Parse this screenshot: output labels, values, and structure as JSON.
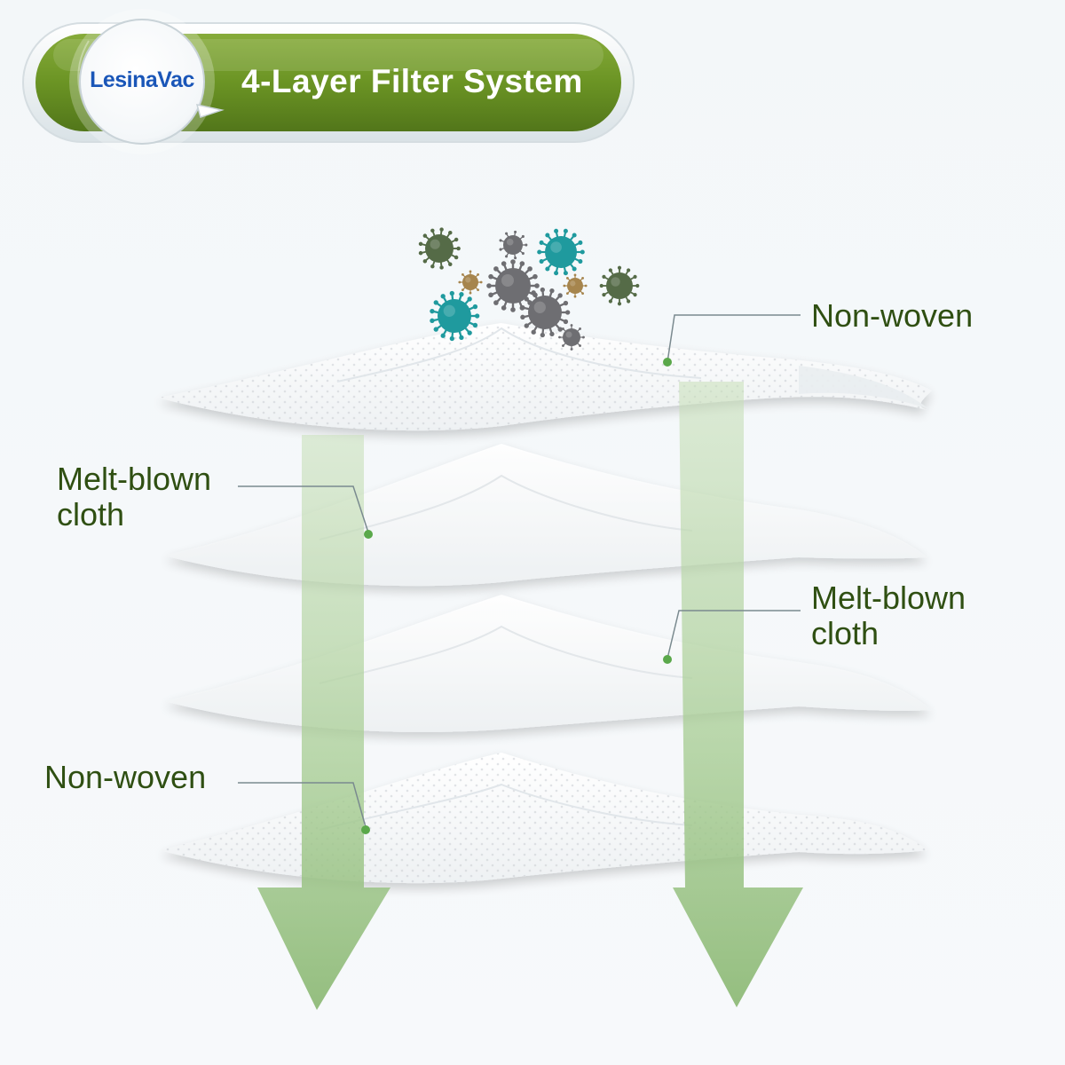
{
  "header": {
    "brand": "LesinaVac",
    "title": "4-Layer Filter System"
  },
  "labels": {
    "layer1": "Non-woven",
    "layer2_line1": "Melt-blown",
    "layer2_line2": "cloth",
    "layer3_line1": "Melt-blown",
    "layer3_line2": "cloth",
    "layer4": "Non-woven"
  },
  "colors": {
    "banner_green": "#6b9424",
    "label_green": "#2f4f12",
    "brand_blue": "#1a56b8",
    "arrow_green": "#8fbd78",
    "virus_teal": "#1f9a9e",
    "virus_grey": "#6e6e72",
    "virus_olive": "#556b47",
    "virus_brown": "#a6854d"
  },
  "icons": [
    "virus-icon",
    "arrow-down-icon"
  ]
}
